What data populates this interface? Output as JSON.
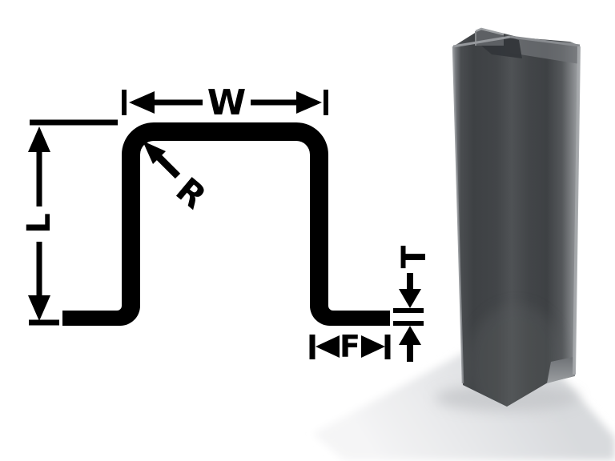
{
  "scene": {
    "description": "Sheet-metal hat-channel profile dimension diagram with 3D rendered part",
    "background_color": "#ffffff"
  },
  "diagram": {
    "line_color": "#000000",
    "labels": {
      "width": "W",
      "bend_radius": "R",
      "leg_length": "L",
      "material_thickness": "T",
      "flange_length": "F"
    }
  },
  "render3d": {
    "part_name": "hat-channel-3d-render",
    "colors": {
      "face_dark": "#3e4144",
      "face_mid": "#4c4f52",
      "edge_highlight": "#a6a9ac",
      "rim_light": "#96999d",
      "interior_dark": "#33363a",
      "flange_light": "#9b9ea1",
      "shadow": "#dfe0e3"
    }
  }
}
